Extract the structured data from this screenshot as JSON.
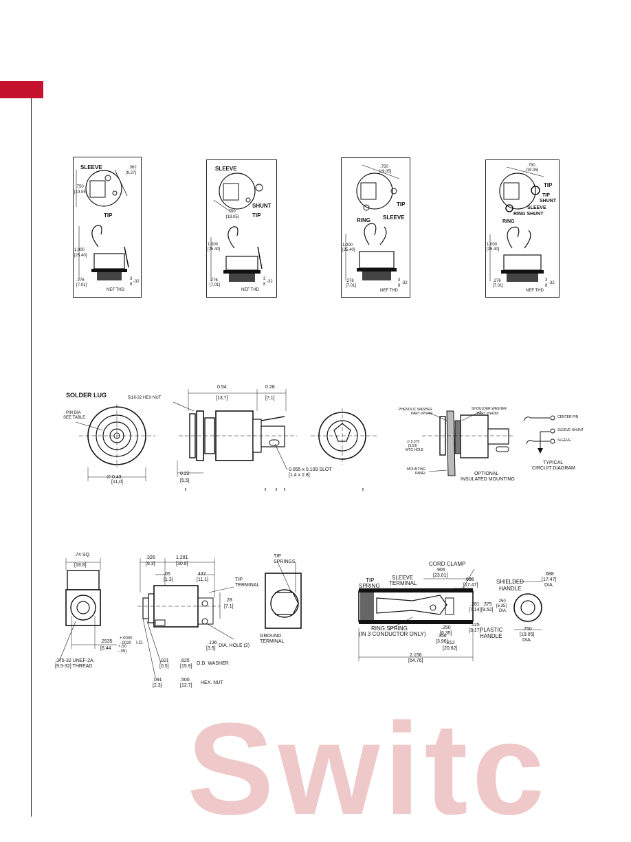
{
  "colors": {
    "accent": "#c4122f",
    "watermark": "#efc9c9",
    "line": "#111111"
  },
  "watermark": "Switc",
  "top_row": [
    {
      "labels": [
        "SLEEVE",
        ".362",
        "[9.27]",
        ".750",
        "[19.05]",
        "TIP",
        "1.000",
        "[25.40]",
        ".276",
        "[7.01]",
        "3",
        "8",
        "-32",
        "NEF THD"
      ]
    },
    {
      "labels": [
        "SLEEVE",
        "SHUNT",
        "TIP",
        ".750",
        "[19.05]",
        "1.000",
        "[25.40]",
        ".276",
        "[7.01]",
        "3",
        "8",
        "-32",
        "NEF THD"
      ]
    },
    {
      "labels": [
        ".750",
        "[19.05]",
        "TIP",
        "RING",
        "SLEEVE",
        "1.000",
        "[25.40]",
        ".276",
        "[7.01]",
        "3",
        "8",
        "-32",
        "NEF THD"
      ]
    },
    {
      "labels": [
        ".750",
        "[19.05]",
        "TIP",
        "TIP",
        "SHUNT",
        "SLEEVE",
        "RING SHUNT",
        "RING",
        "1.000",
        "[25.40]",
        ".276",
        "[7.01]",
        "3",
        "8",
        "-32",
        "NEF THD"
      ]
    }
  ],
  "mid": {
    "title": "SOLDER LUG",
    "pin_dia": "PIN DIA",
    "see_table": "SEE TABLE",
    "hex_nut": "5/16-32 HEX NUT",
    "dim_054": "0.54",
    "dim_137": "[13,7]",
    "dim_028": "0.28",
    "dim_71": "[7,1]",
    "dim_043": "∅ 0.43",
    "dim_110": "[11,0]",
    "dim_022": "0.22",
    "dim_55": "[5,5]",
    "slot": "0.055 x 0.109 SLOT",
    "slot_mm": "[1.4 x 2.8]",
    "phenolic": "PHENOLIC WASHER",
    "phenolic_part": "PART #P3442",
    "shoulder": "SHOULDER WASHER",
    "shoulder_part": "PART #S4283",
    "mtg1": "∅ 0.375",
    "mtg2": "[9,53]",
    "mtg3": "MTG HOLE",
    "panel1": "MOUNTING",
    "panel2": "PANEL",
    "opt1": "OPTIONAL",
    "opt2": "INSULATED MOUNTING",
    "center_pin": "CENTER PIN",
    "sleeve_shunt": "SLEEVE SHUNT",
    "sleeve": "SLEEVE",
    "typ1": "TYPICAL",
    "typ2": "CIRCUIT DIAGRAM"
  },
  "bottom_left": {
    "sq": ".74 SQ.",
    "sq_mm": "[18.8]",
    "d326": ".326",
    "d326m": "[8.3]",
    "d1281": "1.281",
    "d1281m": "[30.9]",
    "d05": ".05",
    "d05m": "[1.3]",
    "d437": ".437",
    "d437m": "[11.1]",
    "tip_terminal1": "TIP",
    "tip_terminal2": "TERMINAL",
    "d28": ".28",
    "d28m": "[7.1]",
    "tip_springs1": "TIP",
    "tip_springs2": "SPRINGS",
    "id1": ".2535",
    "id_tol1": "+.0000",
    "id_tol2": "-.0020",
    "id_lbl": "I.D.",
    "id2": "[6.44",
    "id_tol3": "+.00",
    "id_tol4": "-.05]",
    "hole1": ".136",
    "hole2": "[3.5]",
    "hole_lbl": "DIA. HOLE (2)",
    "ground1": "GROUND",
    "ground2": "TERMINAL",
    "thread1": ".375-32 UNEF-2A",
    "thread2": "[9.5-32] THREAD",
    "w1": ".021",
    "w1m": "[0.5]",
    "w2": ".625",
    "w2m": "[15.9]",
    "washer": "O.D. WASHER",
    "n1": ".091",
    "n1m": "[2.3]",
    "n2": ".500",
    "n2m": "[12.7]",
    "nut": "HEX. NUT"
  },
  "bottom_right": {
    "cord_clamp": "CORD CLAMP",
    "tip_spring1": "TIP",
    "tip_spring2": "SPRING",
    "sleeve_t1": "SLEEVE",
    "sleeve_t2": "TERMINAL",
    "d906": ".906",
    "d906m": "[23.01]",
    "d688": ".688",
    "d688m": "[17.47]",
    "shield1": "SHIELDED",
    "shield2": "HANDLE",
    "d688b": ".688",
    "d688bm": "[17.47]",
    "dia1": "DIA.",
    "d281": ".281",
    "d281m": "[7.14]",
    "d375": ".375",
    "d375m": "[9.52]",
    "d250": ".250",
    "d250m": "[6.35]",
    "dia2": "DIA.",
    "ring1": "RING SPRING",
    "ring2": "(IN 3 CONDUCTOR ONLY)",
    "d250b": ".250",
    "d250bm": "[6.35]",
    "d156": ".156",
    "d156m": "[3.96]",
    "d812": ".812",
    "d812m": "[20.62]",
    "d125": ".125",
    "d125m": "[3.17]",
    "plastic1": "PLASTIC",
    "plastic2": "HANDLE",
    "d750": ".750",
    "d750m": "[19.05]",
    "dia3": "DIA.",
    "d2156": "2.156",
    "d2156m": "[54.76]"
  }
}
